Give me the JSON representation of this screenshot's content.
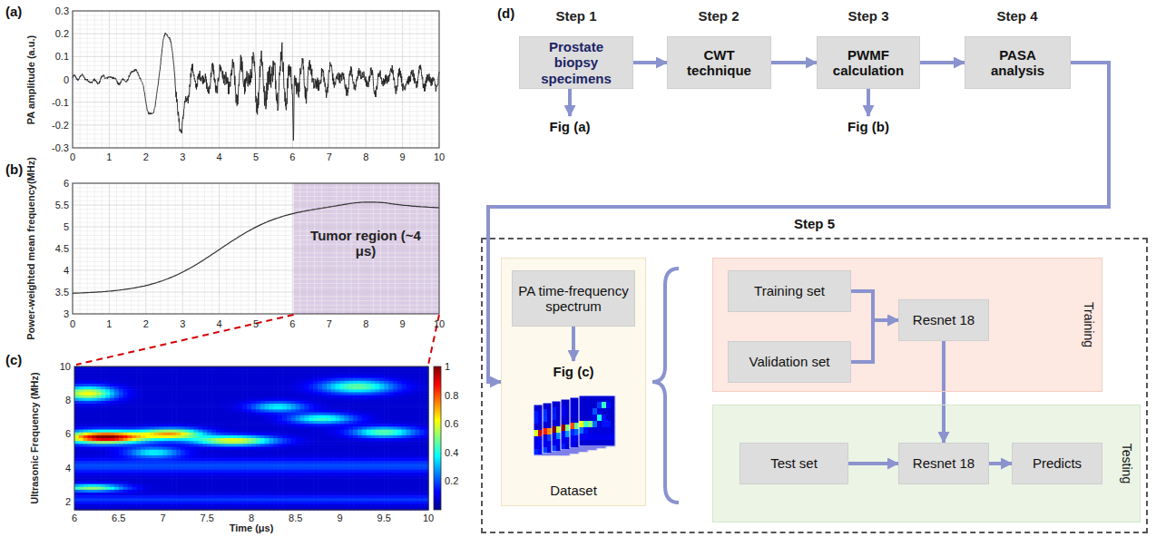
{
  "diagram": {
    "nodes": [
      {
        "text": [
          "Prostate biopsy specimens"
        ]
      },
      {
        "text": [
          "CWT technique"
        ]
      },
      {
        "text": [
          "PWMF calculation"
        ]
      },
      {
        "text": [
          "PASA analysis"
        ]
      },
      {
        "text": [
          "Fig (a)"
        ]
      },
      {
        "text": [
          "Fig (b)"
        ]
      },
      {
        "text": [
          "Step 5"
        ]
      },
      {
        "text": [
          "Dataset"
        ],
        "in": 6
      },
      {
        "text": [
          "PA time-frequency spectrum"
        ],
        "in": 7
      },
      {
        "text": [
          "Fig (c)"
        ],
        "in": 7
      },
      {
        "text": [
          "Training"
        ],
        "in": 6
      },
      {
        "text": [
          "Training set"
        ],
        "in": 10
      },
      {
        "text": [
          "Validation set"
        ],
        "in": 10
      },
      {
        "text": [
          "Resnet 18"
        ],
        "in": 10
      },
      {
        "text": [
          "Testing"
        ],
        "in": 6
      },
      {
        "text": [
          "Test set"
        ],
        "in": 14
      },
      {
        "text": [
          "Resnet 18"
        ],
        "in": 14
      },
      {
        "text": [
          "Predicts"
        ],
        "in": 14
      }
    ],
    "edges": [
      {
        "from": 0,
        "to": 1,
        "arrow": "to"
      },
      {
        "from": 1,
        "to": 2,
        "arrow": "to"
      },
      {
        "from": 2,
        "to": 3,
        "arrow": "to"
      },
      {
        "from": 0,
        "to": 4,
        "arrow": "to"
      },
      {
        "from": 2,
        "to": 5,
        "arrow": "to"
      },
      {
        "from": 3,
        "to": 7,
        "arrow": "to"
      },
      {
        "from": 8,
        "to": 9,
        "arrow": "to"
      },
      {
        "from": 11,
        "to": 13,
        "arrow": "to"
      },
      {
        "from": 12,
        "to": 13,
        "arrow": "to"
      },
      {
        "from": 13,
        "to": 16,
        "arrow": "to"
      },
      {
        "from": 15,
        "to": 16,
        "arrow": "to"
      },
      {
        "from": 16,
        "to": 17,
        "arrow": "to"
      }
    ],
    "labels": [
      "(a)",
      "(b)",
      "(c)",
      "(d)",
      "Step 1",
      "Step 2",
      "Step 3",
      "Step 4",
      "0.3",
      "0.2",
      "0.1",
      "0",
      "-0.1",
      "-0.2",
      "-0.3",
      "0",
      "1",
      "2",
      "3",
      "4",
      "5",
      "6",
      "7",
      "8",
      "9",
      "10",
      "PA amplitude (a.u.)",
      "6",
      "5.5",
      "5",
      "4.5",
      "4",
      "3.5",
      "3",
      "0",
      "1",
      "2",
      "3",
      "4",
      "5",
      "6",
      "7",
      "8",
      "9",
      "10",
      "Power-weighted mean frequency(MHz)",
      "Tumor region (~4 μs)",
      "10",
      "8",
      "6",
      "4",
      "2",
      "6",
      "6.5",
      "7",
      "7.5",
      "8",
      "8.5",
      "9",
      "9.5",
      "10",
      "Ultrasonic Frequency (MHz)",
      "Time (μs)",
      "1",
      "0.8",
      "0.6",
      "0.4",
      "0.2"
    ]
  }
}
